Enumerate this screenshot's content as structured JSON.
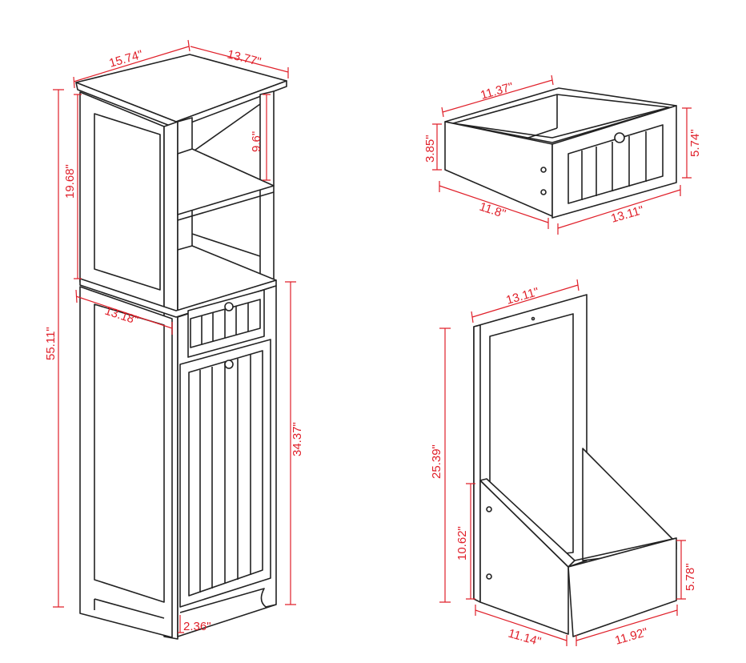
{
  "colors": {
    "dimension": "#e0202a",
    "outline": "#222222"
  },
  "cabinet": {
    "top_width": "15.74\"",
    "top_depth": "13.77\"",
    "open_shelf_height": "9.6\"",
    "upper_height": "19.68\"",
    "total_height": "55.11\"",
    "lower_depth": "13.18\"",
    "lower_height": "34.37\"",
    "base_height": "2.36\""
  },
  "drawer": {
    "depth": "11.37\"",
    "back_height": "3.85\"",
    "front_height": "5.74\"",
    "side_length": "11.8\"",
    "front_width": "13.11\""
  },
  "hamper": {
    "width": "13.11\"",
    "back_height": "25.39\"",
    "side_height": "10.62\"",
    "front_height": "5.78\"",
    "depth": "11.14\"",
    "front_width": "11.92\""
  }
}
